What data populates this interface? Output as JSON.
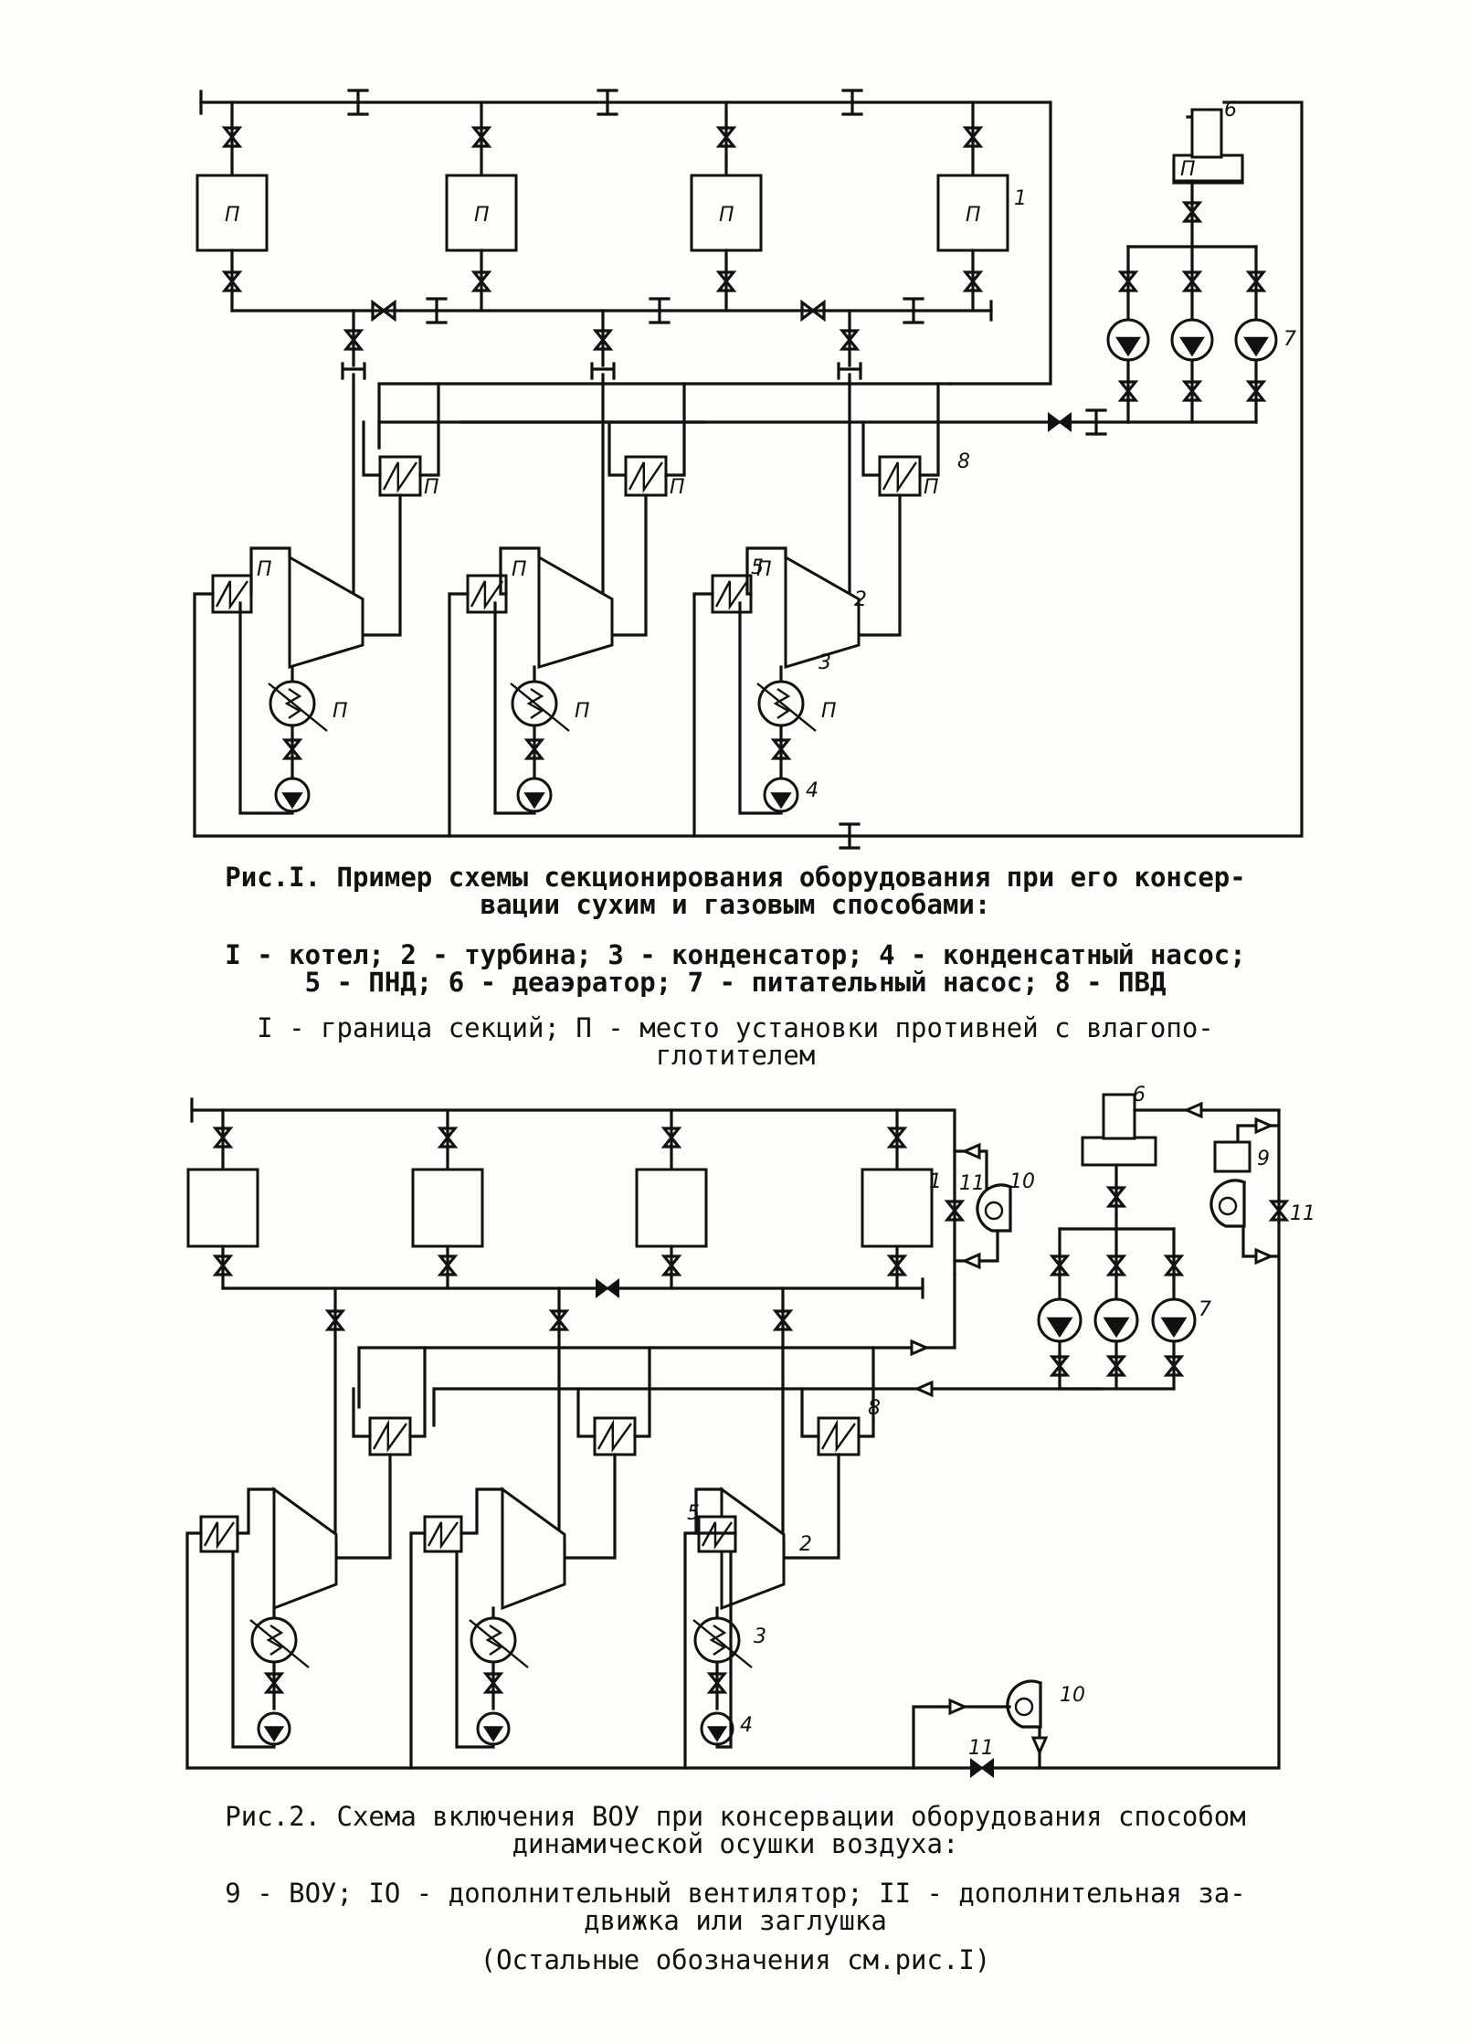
{
  "fig1": {
    "caption_line1": "Рис.I. Пример схемы секционирования оборудования при его консер-",
    "caption_line2": "вации сухим и газовым способами:",
    "legend_line1": "I - котел; 2 - турбина; 3 - конденсатор; 4 - конденсатный насос;",
    "legend_line2": "5 - ПНД; 6 - деаэратор; 7 - питательный насос; 8 - ПВД",
    "note_line1": "I - граница секций; П - место установки противней с влагопо-",
    "note_line2": "глотителем",
    "labels": {
      "P": "П",
      "boiler": "1",
      "turbine": "2",
      "condenser": "3",
      "cond_pump": "4",
      "lp_heater": "5",
      "deaerator": "6",
      "feed_pump": "7",
      "hp_heater": "8"
    }
  },
  "fig2": {
    "caption_line1": "Рис.2. Схема включения ВОУ при консервации оборудования способом",
    "caption_line2": "динамической осушки воздуха:",
    "legend_line1": "9 - ВОУ; IO - дополнительный вентилятор; II - дополнительная за-",
    "legend_line2": "движка или заглушка",
    "note_line1": "(Остальные обозначения см.рис.I)",
    "labels": {
      "boiler": "1",
      "turbine": "2",
      "condenser": "3",
      "cond_pump": "4",
      "lp_heater": "5",
      "deaerator": "6",
      "feed_pump": "7",
      "hp_heater": "8",
      "air_dryer": "9",
      "fan": "10",
      "gate": "11"
    }
  }
}
